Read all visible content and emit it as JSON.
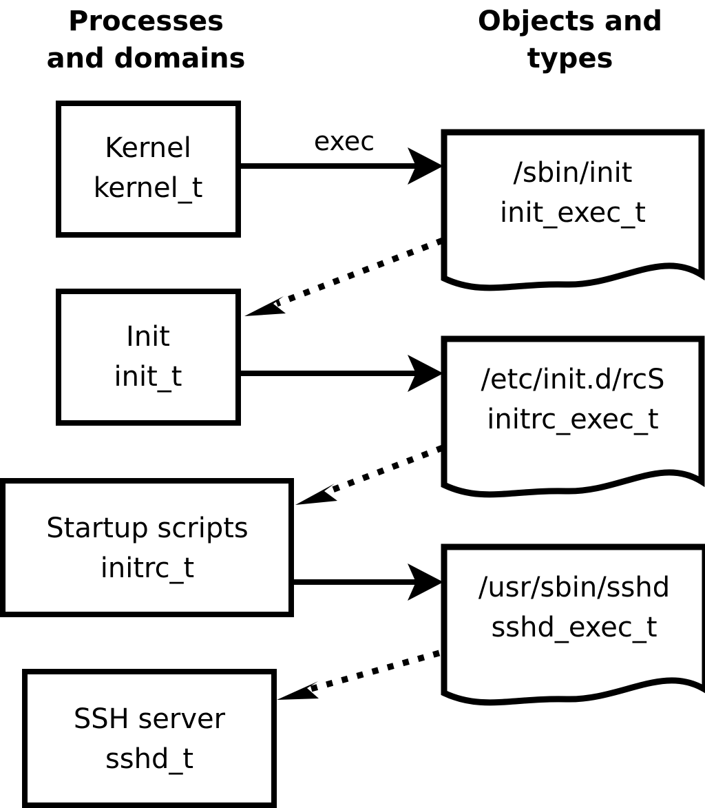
{
  "diagram": {
    "title_left": "Processes\nand domains",
    "headers": {
      "left": {
        "line1": "Processes",
        "line2": "and domains"
      },
      "right": {
        "line1": "Objects and",
        "line2": "types"
      }
    },
    "process_nodes": [
      {
        "id": "kernel",
        "line1": "Kernel",
        "line2": "kernel_t"
      },
      {
        "id": "init",
        "line1": "Init",
        "line2": "init_t"
      },
      {
        "id": "initrc",
        "line1": "Startup scripts",
        "line2": "initrc_t"
      },
      {
        "id": "sshd",
        "line1": "SSH server",
        "line2": "sshd_t"
      }
    ],
    "object_nodes": [
      {
        "id": "init_exec",
        "line1": "/sbin/init",
        "line2": "init_exec_t"
      },
      {
        "id": "initrc_exec",
        "line1": "/etc/init.d/rcS",
        "line2": "initrc_exec_t"
      },
      {
        "id": "sshd_exec",
        "line1": "/usr/sbin/sshd",
        "line2": "sshd_exec_t"
      }
    ],
    "edges": [
      {
        "id": "kernel-exec-init_exec",
        "label": "exec",
        "style": "solid",
        "from": "kernel",
        "to": "init_exec"
      },
      {
        "id": "init_exec-transition-init",
        "label": "",
        "style": "dotted",
        "from": "init_exec",
        "to": "init"
      },
      {
        "id": "init-exec-initrc_exec",
        "label": "",
        "style": "solid",
        "from": "init",
        "to": "initrc_exec"
      },
      {
        "id": "initrc_exec-transition-initrc",
        "label": "",
        "style": "dotted",
        "from": "initrc_exec",
        "to": "initrc"
      },
      {
        "id": "initrc-exec-sshd_exec",
        "label": "",
        "style": "solid",
        "from": "initrc",
        "to": "sshd_exec"
      },
      {
        "id": "sshd_exec-transition-sshd",
        "label": "",
        "style": "dotted",
        "from": "sshd_exec",
        "to": "sshd"
      }
    ],
    "colors": {
      "background": "#ffffff",
      "stroke": "#000000",
      "text": "#000000"
    }
  }
}
